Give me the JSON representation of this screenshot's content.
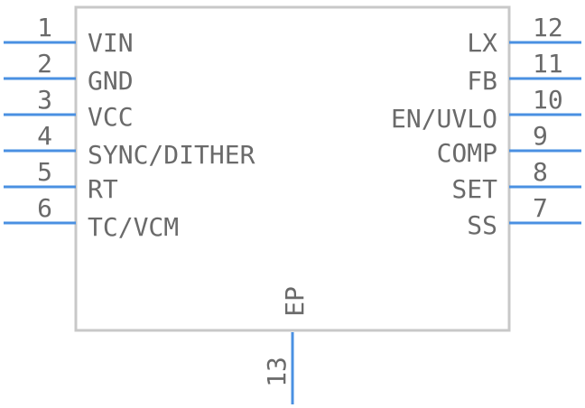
{
  "component": {
    "left_pins": [
      {
        "number": "1",
        "name": "VIN"
      },
      {
        "number": "2",
        "name": "GND"
      },
      {
        "number": "3",
        "name": "VCC"
      },
      {
        "number": "4",
        "name": "SYNC/DITHER"
      },
      {
        "number": "5",
        "name": "RT"
      },
      {
        "number": "6",
        "name": "TC/VCM"
      }
    ],
    "right_pins": [
      {
        "number": "12",
        "name": "LX"
      },
      {
        "number": "11",
        "name": "FB"
      },
      {
        "number": "10",
        "name": "EN/UVLO"
      },
      {
        "number": "9",
        "name": "COMP"
      },
      {
        "number": "8",
        "name": "SET"
      },
      {
        "number": "7",
        "name": "SS"
      }
    ],
    "bottom_pin": {
      "number": "13",
      "name": "EP"
    }
  },
  "colors": {
    "pin": "#4a90e2",
    "body_outline": "#c8c8c8",
    "text": "#6a6a6a"
  }
}
